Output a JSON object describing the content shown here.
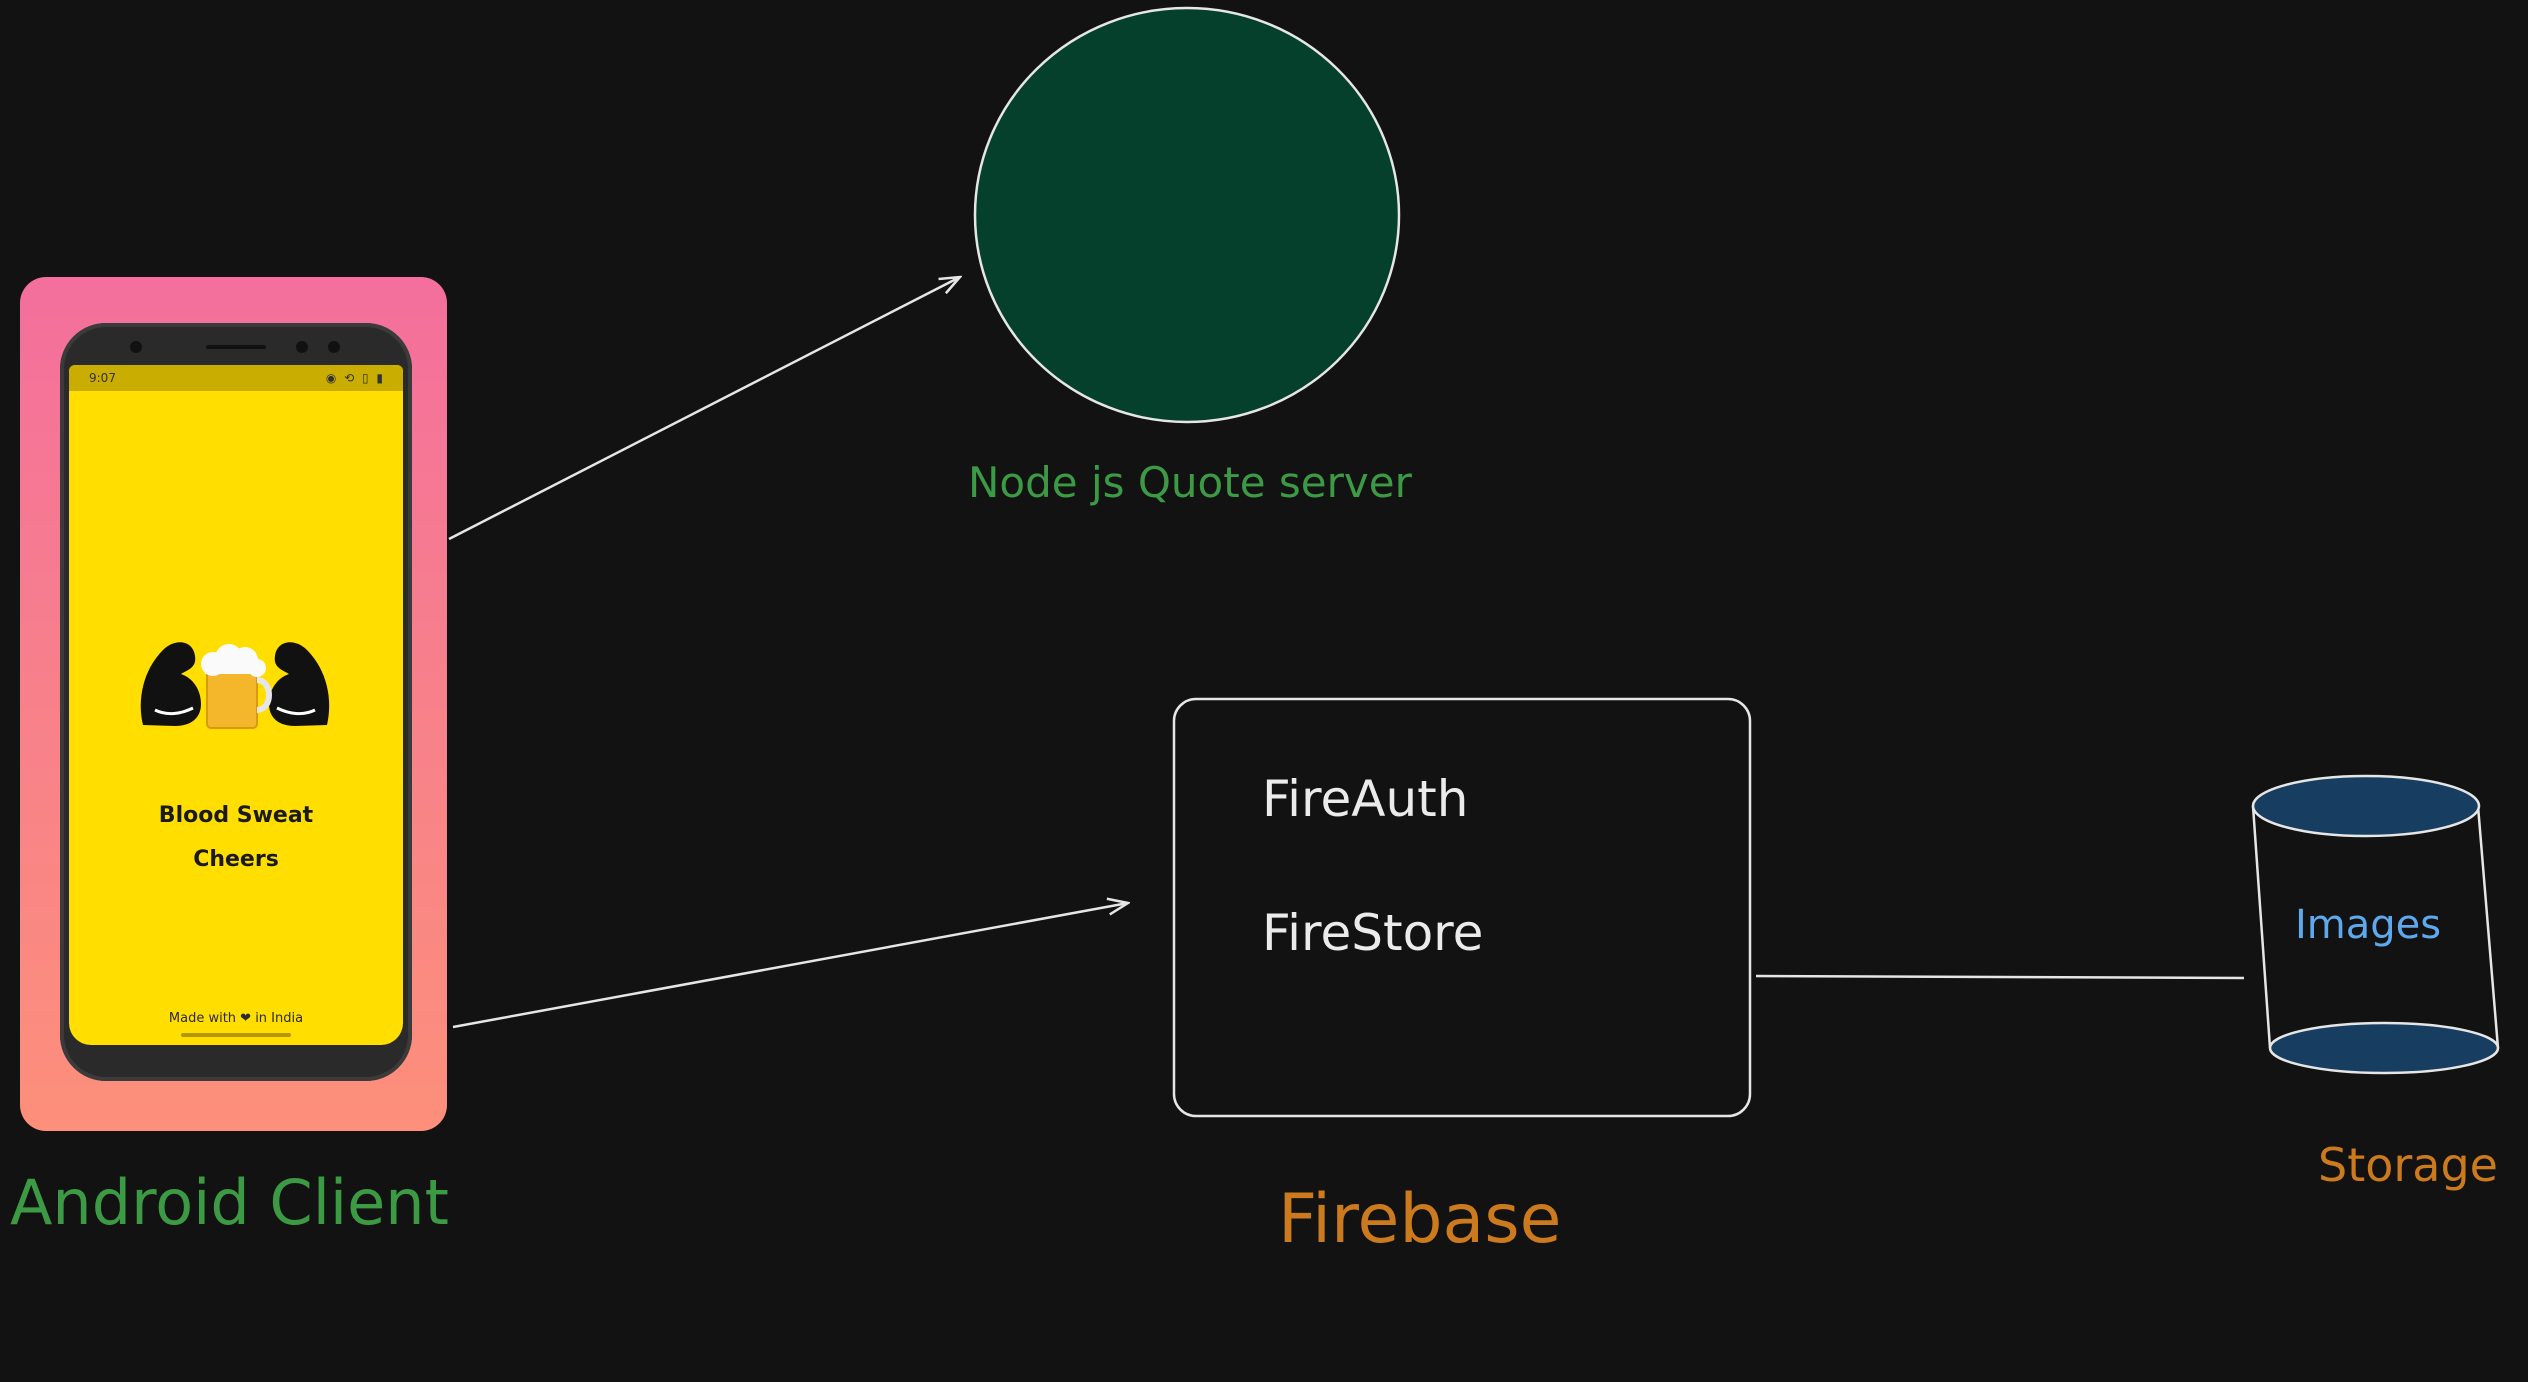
{
  "diagram": {
    "android_client": {
      "label": "Android Client",
      "app_screen": {
        "status_time": "9:07",
        "status_icons": "◉ ⟲ ▯ ▮",
        "title_line1": "Blood Sweat",
        "title_line2": "Cheers",
        "footer": "Made with ❤ in India"
      }
    },
    "node_server": {
      "label": "Node js Quote server",
      "fill": "#04402b"
    },
    "firebase": {
      "label": "Firebase",
      "services": [
        "FireAuth",
        "FireStore"
      ]
    },
    "storage": {
      "label": "Storage",
      "inner_label": "Images",
      "fill": "#173e60"
    },
    "connections": [
      {
        "from": "android_client",
        "to": "node_server",
        "type": "arrow"
      },
      {
        "from": "android_client",
        "to": "firebase",
        "type": "arrow"
      },
      {
        "from": "firebase",
        "to": "storage",
        "type": "line"
      }
    ],
    "colors": {
      "background": "#121212",
      "stroke": "#e6e6e6",
      "green_label": "#3c9a45",
      "orange_label": "#cc7a1e",
      "blue_label": "#5ea8ee"
    }
  }
}
